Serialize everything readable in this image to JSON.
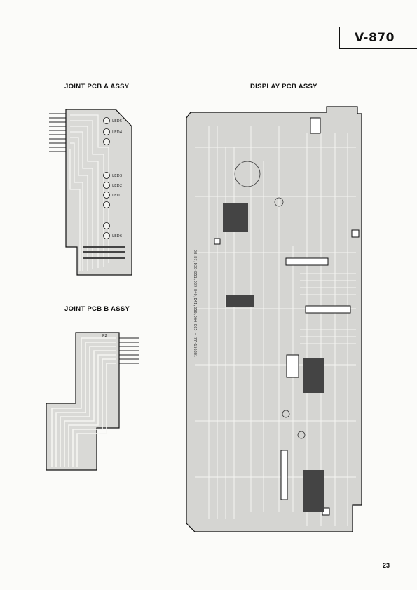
{
  "header": {
    "model": "V-870"
  },
  "sections": {
    "joint_a": {
      "title": "JOINT PCB A ASSY"
    },
    "joint_b": {
      "title": "JOINT PCB B ASSY"
    },
    "display": {
      "title": "DISPLAY PCB ASSY"
    }
  },
  "display_board": {
    "part_code": "D8,D7,D38~D51,D39,D40,D41,D56,D64,D65 — 77~156881"
  },
  "footer": {
    "page_number": "23"
  }
}
